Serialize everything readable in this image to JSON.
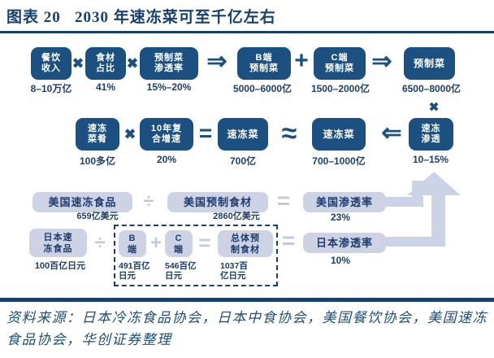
{
  "title": "图表 20   2030 年速冻菜可至千亿左右",
  "source": "资料来源：日本冷冻食品协会，日本中食协会，美国餐饮协会，美国速冻食品协会，华创证券整理",
  "colors": {
    "navy_box": "#1b5080",
    "navy_text": "#1c3d6e",
    "lavender_box": "#cdd3e5",
    "lavender_arrow": "#ccd3e6",
    "source_text": "#1f4e79"
  },
  "ops": {
    "multiply": "✖",
    "plus": "+",
    "equals": "=",
    "approx": "≈",
    "divide": "÷",
    "arrow_right": "⇒",
    "arrow_left": "⇐"
  },
  "flow": {
    "row1": [
      {
        "label": "餐饮\n收入",
        "value": "8–10万亿"
      },
      {
        "label": "食材\n占比",
        "value": "41%"
      },
      {
        "label": "预制菜\n渗透率",
        "value": "15%–20%"
      },
      {
        "label": "B端\n预制菜",
        "value": "5000–6000亿"
      },
      {
        "label": "C端\n预制菜",
        "value": "1500–2000亿"
      },
      {
        "label": "预制菜",
        "value": "6500–8000亿"
      }
    ],
    "row2": [
      {
        "label": "速冻\n菜肴",
        "value": "100多亿"
      },
      {
        "label": "10年复\n合增速",
        "value": "20%"
      },
      {
        "label": "速冻菜",
        "value": "700亿"
      },
      {
        "label": "速冻菜",
        "value": "700–1000亿"
      },
      {
        "label": "速冻\n渗透",
        "value": "10–15%"
      }
    ],
    "row_us": [
      {
        "label": "美国速冻食品",
        "value": "659亿美元"
      },
      {
        "label": "美国预制食材",
        "value": "2860亿美元"
      },
      {
        "label": "美国渗透率",
        "value": "23%"
      }
    ],
    "row_jp": [
      {
        "label": "日本速\n冻食品",
        "value": "100百亿日元"
      },
      {
        "label": "B\n端",
        "value": "491百亿\n日元"
      },
      {
        "label": "C\n端",
        "value": "546百亿\n日元"
      },
      {
        "label": "总体预\n制食材",
        "value": "1037百\n亿日元"
      },
      {
        "label": "日本渗透率",
        "value": "10%"
      }
    ]
  }
}
